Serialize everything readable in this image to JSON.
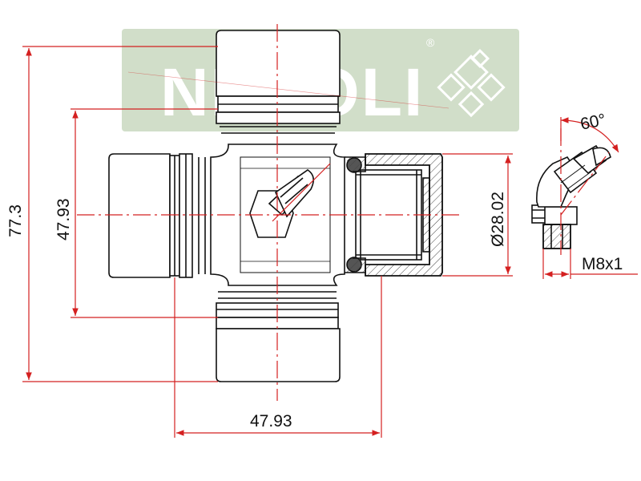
{
  "watermark": {
    "brand": "NEROLI",
    "registered_mark": "®",
    "banner_color": "#c9d8c0"
  },
  "dimensions": {
    "overall_length": "77.3",
    "cross_height": "47.93",
    "cross_width": "47.93",
    "cup_diameter": "Ø28.02",
    "nipple_angle": "60°",
    "nipple_thread": "M8x1"
  },
  "colors": {
    "outline": "#111111",
    "dimension_line": "#d42020",
    "hatch": "#444444"
  }
}
